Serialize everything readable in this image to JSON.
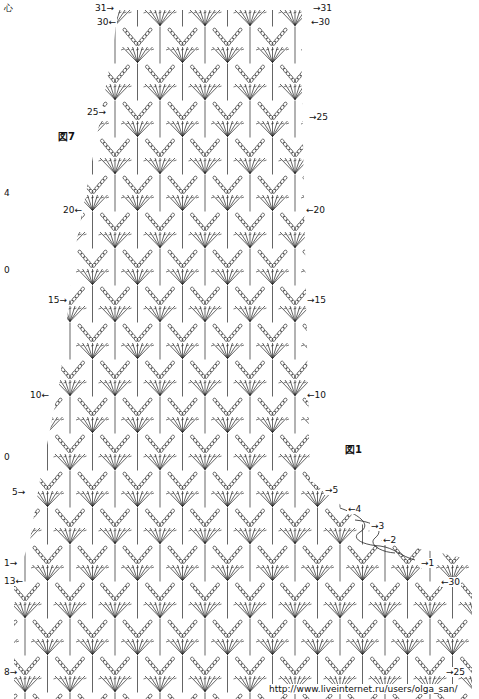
{
  "diagram": {
    "labels": [
      "心",
      "31→",
      "→31",
      "30←",
      "←30",
      "25→",
      "→25",
      "図7",
      "4",
      "20←",
      "←20",
      "0",
      "15→",
      "→15",
      "10←",
      "←10",
      "図1",
      "0",
      "5→",
      "→5",
      "←4",
      "→3",
      "←2",
      "1→",
      "→1",
      "13←",
      "←30",
      "8→",
      "→25",
      "http://www.liveinternet.ru/users/olga_san/"
    ]
  }
}
